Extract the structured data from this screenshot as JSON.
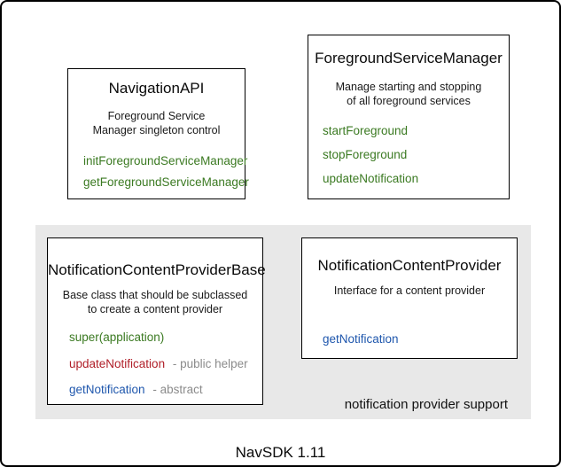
{
  "colors": {
    "method_green": "#3b7a22",
    "method_red": "#b01e28",
    "method_blue": "#1f57ad",
    "annotation_gray": "#8b8b8b",
    "panel_gray": "#e8e8e8"
  },
  "boxes": {
    "navigation_api": {
      "title": "NavigationAPI",
      "description": [
        "Foreground Service",
        "Manager singleton control"
      ],
      "methods": [
        {
          "name": "initForegroundServiceManager",
          "color": "#3b7a22"
        },
        {
          "name": "getForegroundServiceManager",
          "color": "#3b7a22"
        }
      ]
    },
    "foreground_service_manager": {
      "title": "ForegroundServiceManager",
      "description": [
        "Manage starting and stopping",
        "of all foreground services"
      ],
      "methods": [
        {
          "name": "startForeground",
          "color": "#3b7a22"
        },
        {
          "name": "stopForeground",
          "color": "#3b7a22"
        },
        {
          "name": "updateNotification",
          "color": "#3b7a22"
        }
      ]
    },
    "notification_content_provider_base": {
      "title": "NotificationContentProviderBase",
      "description": [
        "Base class that should be subclassed",
        "to create a content provider"
      ],
      "methods": [
        {
          "name": "super(application)",
          "color": "#3b7a22",
          "note": ""
        },
        {
          "name": "updateNotification",
          "color": "#b01e28",
          "note": "- public helper"
        },
        {
          "name": "getNotification",
          "color": "#1f57ad",
          "note": "- abstract"
        }
      ]
    },
    "notification_content_provider": {
      "title": "NotificationContentProvider",
      "description": [
        "Interface for a content provider"
      ],
      "methods": [
        {
          "name": "getNotification",
          "color": "#1f57ad"
        }
      ]
    }
  },
  "panel_label": "notification provider support",
  "caption": "NavSDK 1.11"
}
